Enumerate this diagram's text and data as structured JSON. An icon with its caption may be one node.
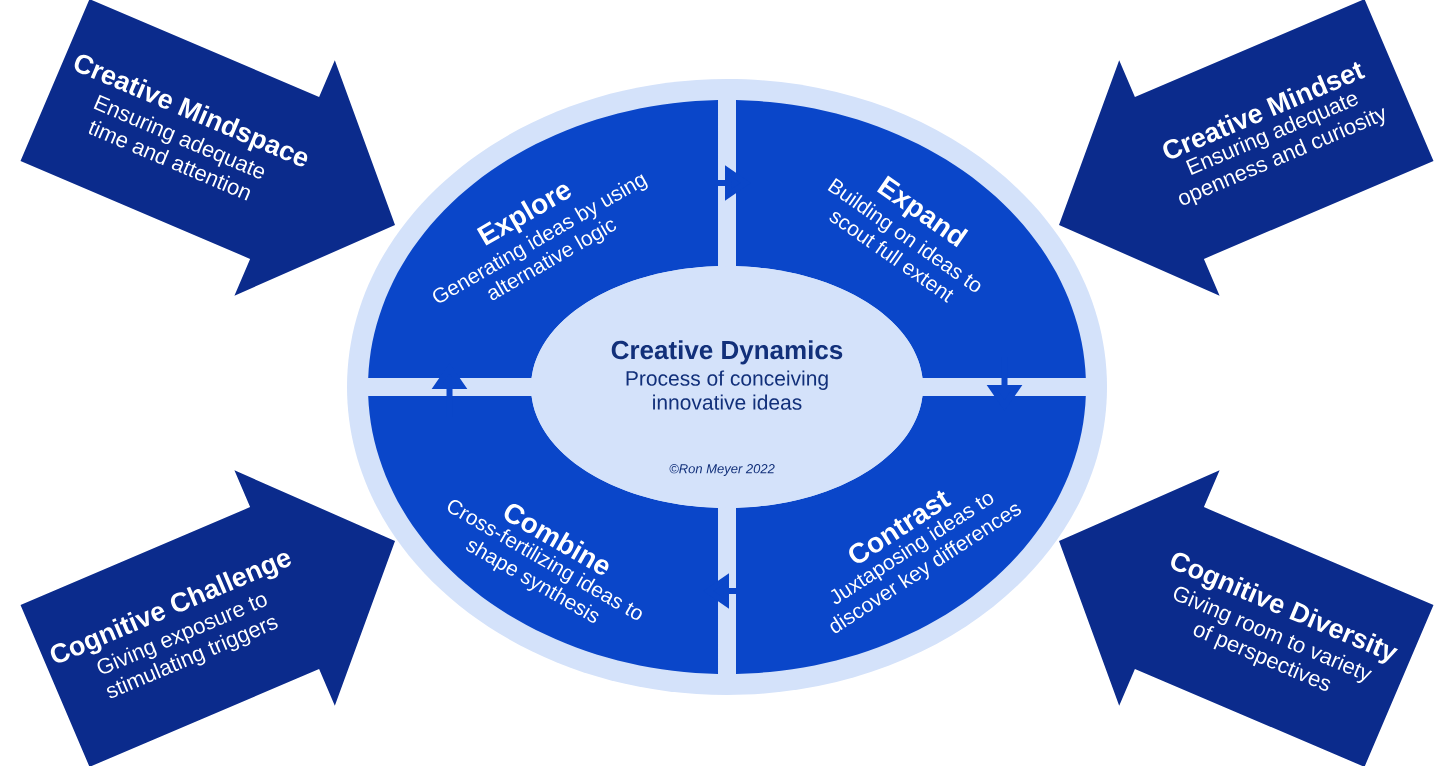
{
  "diagram": {
    "nodes": [
      {
        "text": [
          "Creative Mindspace",
          "Ensuring adequate time and attention"
        ]
      },
      {
        "text": [
          "Creative Mindset",
          "Ensuring adequate openness and curiosity"
        ]
      },
      {
        "text": [
          "Explore",
          "Generating ideas by using alternative logic"
        ]
      },
      {
        "text": [
          "Expand",
          "Building on ideas to scout full extent"
        ]
      },
      {
        "text": [
          "Creative Dynamics",
          "Process of conceiving innovative ideas"
        ]
      },
      {
        "text": [
          "Combine",
          "Cross-fertilizing ideas to shape synthesis"
        ]
      },
      {
        "text": [
          "Contrast",
          "Juxtaposing ideas to discover key differences"
        ]
      },
      {
        "text": [
          "Cognitive Challenge",
          "Giving exposure to stimulating triggers"
        ]
      },
      {
        "text": [
          "Cognitive Diversity",
          "Giving room to variety of perspectives"
        ]
      }
    ],
    "edges": [
      {
        "from": 2,
        "to": 3,
        "arrow": "to"
      },
      {
        "from": 3,
        "to": 6,
        "arrow": "to"
      },
      {
        "from": 6,
        "to": 5,
        "arrow": "to"
      },
      {
        "from": 5,
        "to": 2,
        "arrow": "to"
      }
    ],
    "labels": [
      "©Ron Meyer 2022"
    ]
  }
}
